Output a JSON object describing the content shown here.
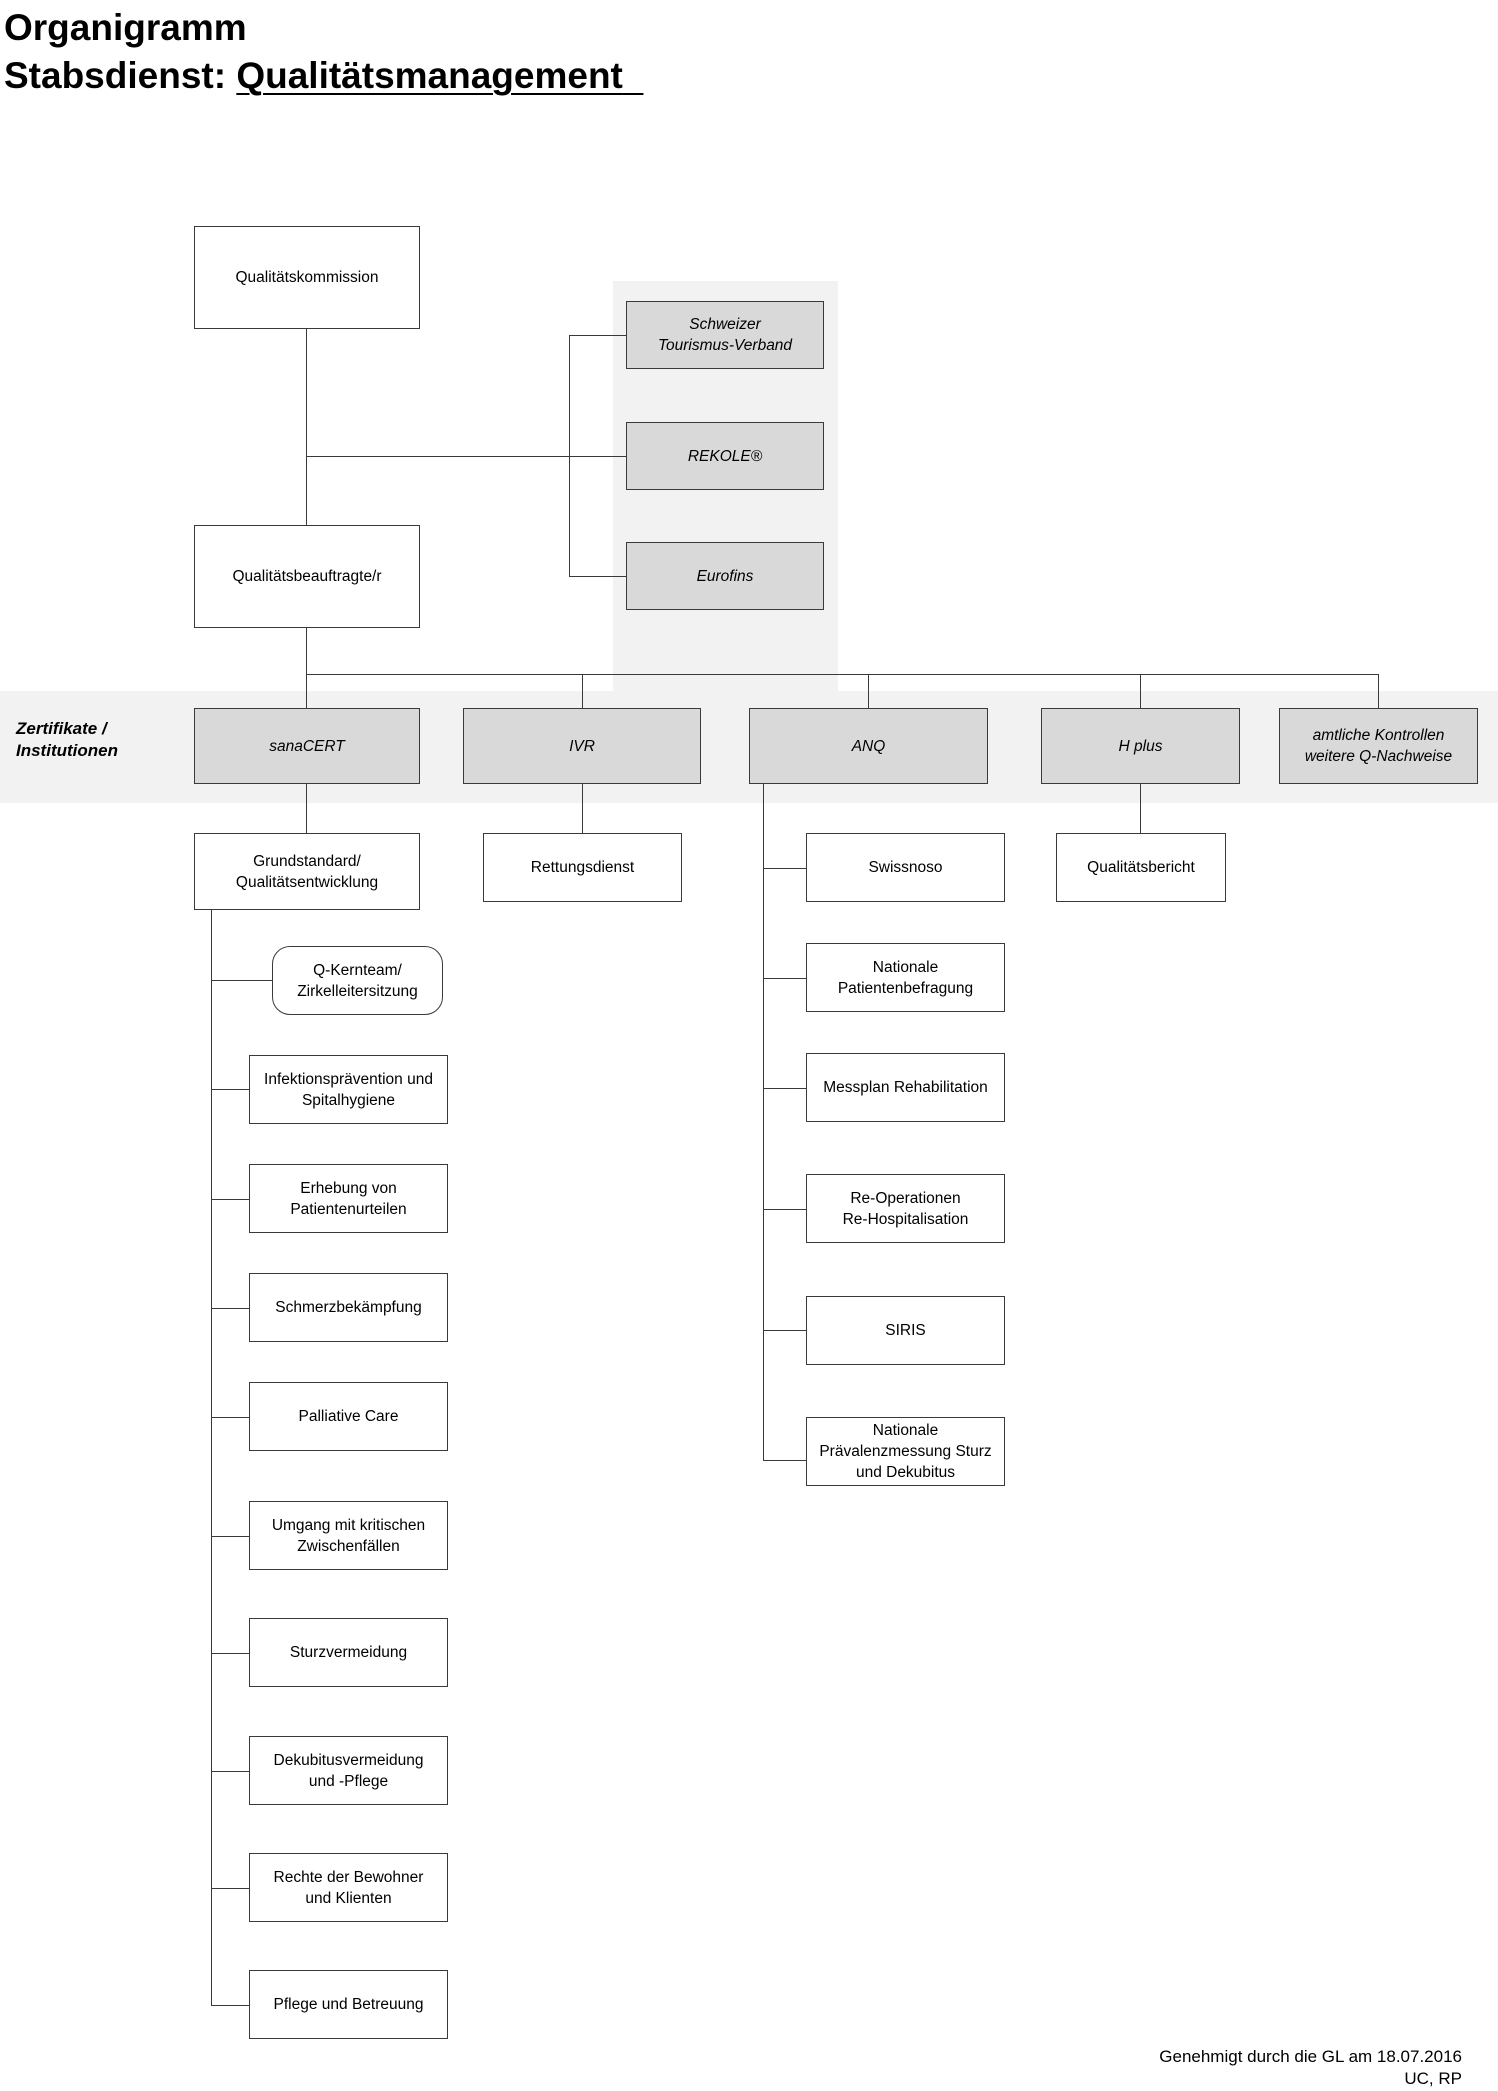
{
  "header": {
    "title_line1": "Organigramm",
    "title_line2_prefix": "Stabsdienst: ",
    "title_line2_underlined": "Qualitätsmanagement"
  },
  "top": {
    "qualitaetskommission": "Qualitätskommission",
    "qualitaetsbeauftragte": "Qualitätsbeauftragte/r"
  },
  "external": [
    "Schweizer\nTourismus-Verband",
    "REKOLE®",
    "Eurofins"
  ],
  "band_label": "Zertifikate /\nInstitutionen",
  "institutions": [
    "sanaCERT",
    "IVR",
    "ANQ",
    "H plus",
    "amtliche Kontrollen\nweitere Q-Nachweise"
  ],
  "sanacert": {
    "grundstandard": "Grundstandard/\nQualitätsentwicklung",
    "children": [
      "Q-Kernteam/\nZirkelleitersitzung",
      "Infektionsprävention und\nSpitalhygiene",
      "Erhebung von\nPatientenurteilen",
      "Schmerzbekämpfung",
      "Palliative Care",
      "Umgang mit kritischen\nZwischenfällen",
      "Sturzvermeidung",
      "Dekubitusvermeidung\nund -Pflege",
      "Rechte der Bewohner\nund Klienten",
      "Pflege und Betreuung"
    ]
  },
  "ivr": {
    "children": [
      "Rettungsdienst"
    ]
  },
  "anq": {
    "children": [
      "Swissnoso",
      "Nationale\nPatientenbefragung",
      "Messplan Rehabilitation",
      "Re-Operationen\nRe-Hospitalisation",
      "SIRIS",
      "Nationale\nPrävalenzmessung Sturz\nund Dekubitus"
    ]
  },
  "hplus": {
    "children": [
      "Qualitätsbericht"
    ]
  },
  "footer": {
    "approval": "Genehmigt durch die GL am 18.07.2016",
    "initials": "UC, RP"
  }
}
